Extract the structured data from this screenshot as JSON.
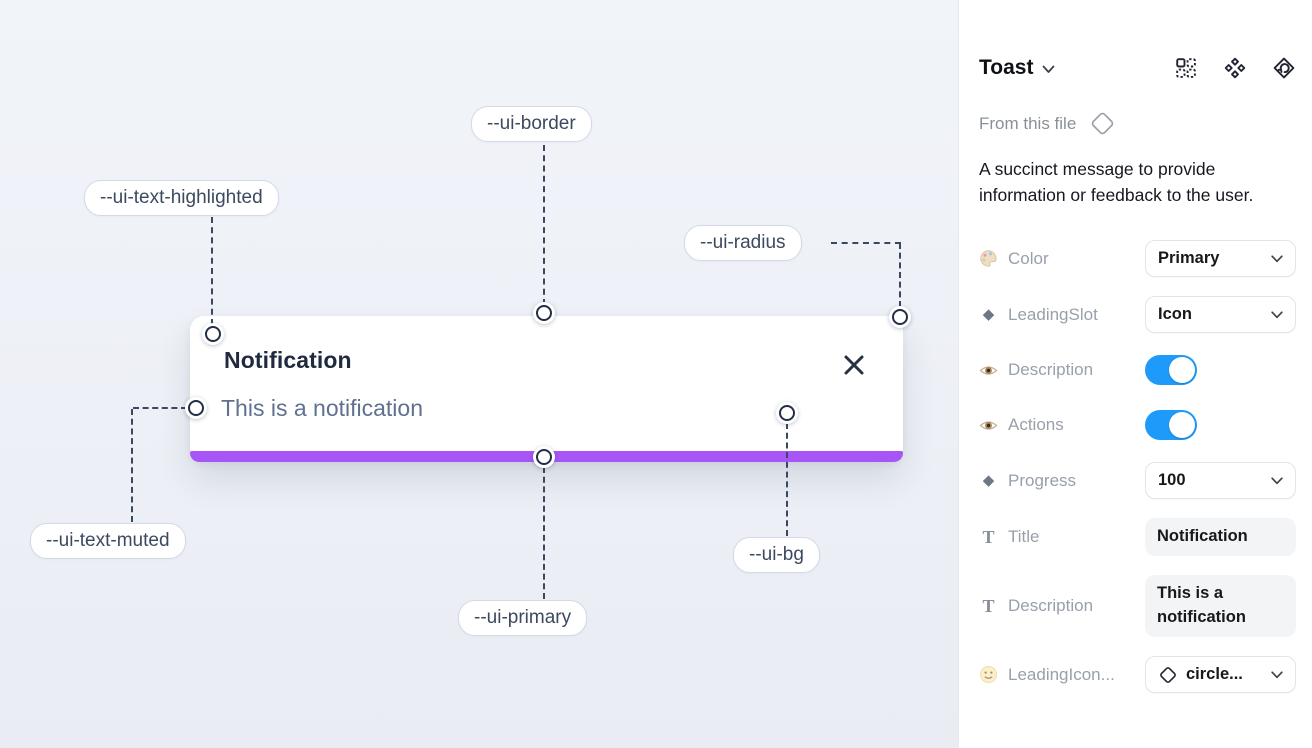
{
  "canvas": {
    "toast": {
      "title": "Notification",
      "description": "This is a notification"
    },
    "variable_labels": {
      "border": "--ui-border",
      "text_highlighted": "--ui-text-highlighted",
      "radius": "--ui-radius",
      "text_muted": "--ui-text-muted",
      "primary": "--ui-primary",
      "bg": "--ui-bg"
    },
    "colors": {
      "progress": "#a855f7",
      "dash": "#3a475e"
    }
  },
  "panel": {
    "title": "Toast",
    "source_label": "From this file",
    "description": "A succinct message to provide information or feedback to the user.",
    "properties": [
      {
        "label": "Color",
        "type": "select",
        "value": "Primary"
      },
      {
        "label": "LeadingSlot",
        "type": "select",
        "value": "Icon"
      },
      {
        "label": "Description",
        "type": "toggle",
        "value": "on"
      },
      {
        "label": "Actions",
        "type": "toggle",
        "value": "on"
      },
      {
        "label": "Progress",
        "type": "select",
        "value": "100"
      },
      {
        "label": "Title",
        "type": "text",
        "value": "Notification"
      },
      {
        "label": "Description",
        "type": "text",
        "value": "This is a notification"
      },
      {
        "label": "LeadingIcon...",
        "type": "icon-select",
        "value": "circle..."
      }
    ],
    "colors": {
      "toggle_on": "#1e9bfa"
    }
  }
}
